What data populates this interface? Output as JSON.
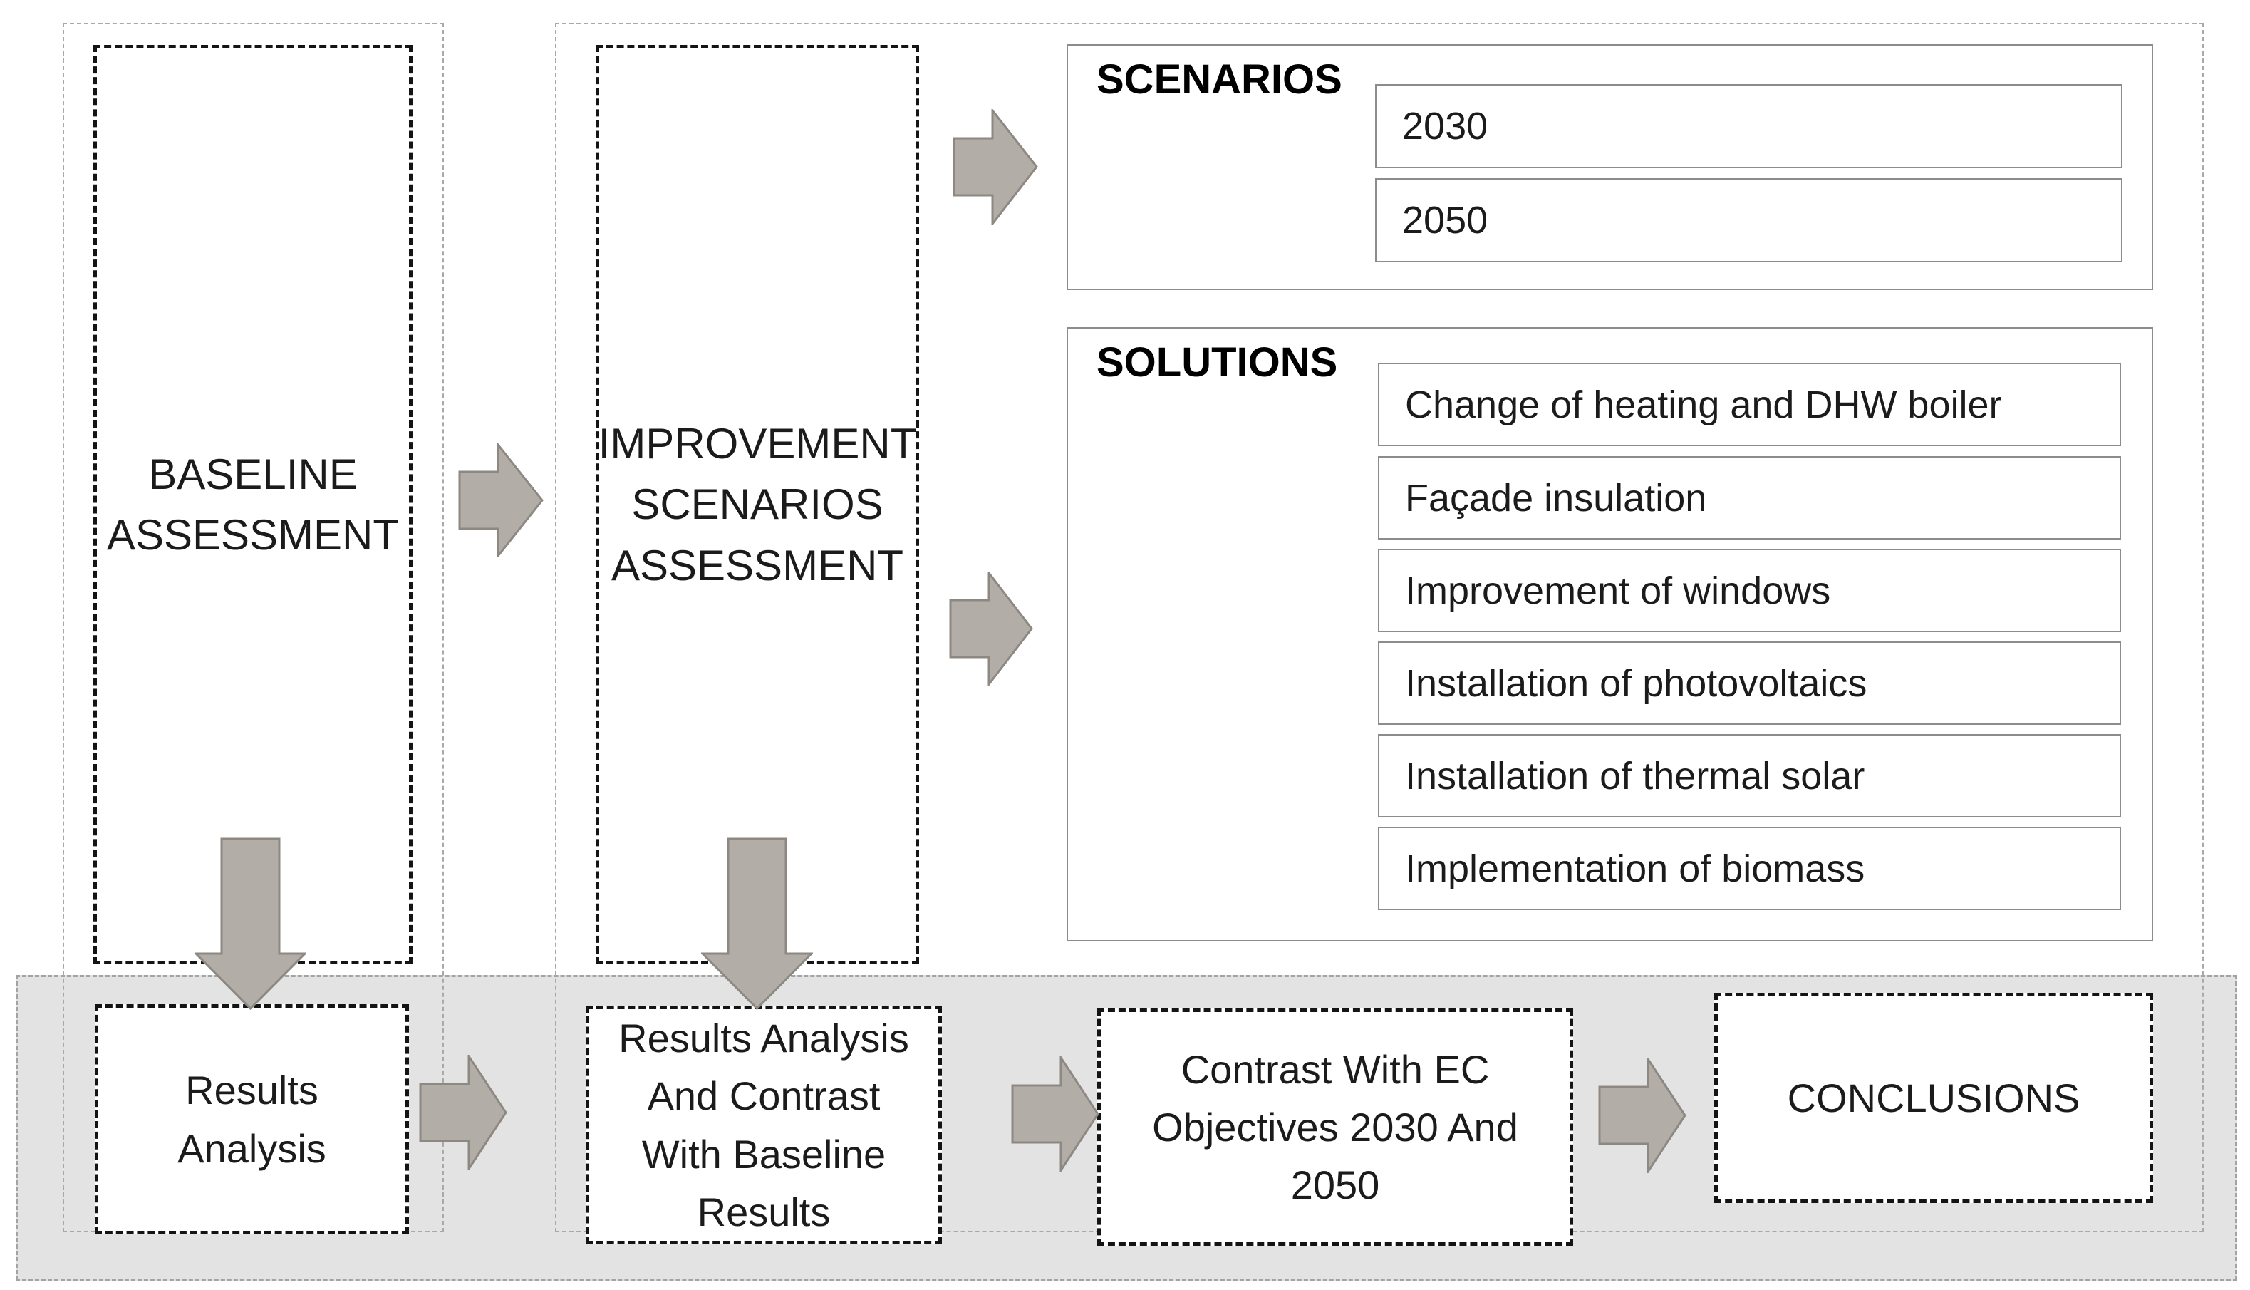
{
  "stages": {
    "baseline": {
      "label": "BASELINE\nASSESSMENT"
    },
    "improvement": {
      "label": "IMPROVEMENT\nSCENARIOS\nASSESSMENT"
    }
  },
  "scenarios": {
    "title": "SCENARIOS",
    "items": [
      "2030",
      "2050"
    ]
  },
  "solutions": {
    "title": "SOLUTIONS",
    "items": [
      "Change of heating and DHW boiler",
      "Façade insulation",
      "Improvement of windows",
      "Installation of photovoltaics",
      "Installation of thermal solar",
      "Implementation of biomass"
    ]
  },
  "results_row": {
    "results_analysis": "Results\nAnalysis",
    "results_contrast": "Results Analysis\nAnd Contrast\nWith Baseline\nResults",
    "ec_objectives": "Contrast With EC\nObjectives 2030 And\n2050",
    "conclusions": "CONCLUSIONS"
  },
  "colors": {
    "arrow_fill": "#b3ada8",
    "arrow_stroke": "#8e8883",
    "band_fill": "#e4e3e3",
    "band_border": "#a3a3a3",
    "container_border": "#a9a9a9",
    "gray_box_border": "#8c8c8c",
    "dashed_box_border": "#141414",
    "text": "#1b1b1b"
  }
}
